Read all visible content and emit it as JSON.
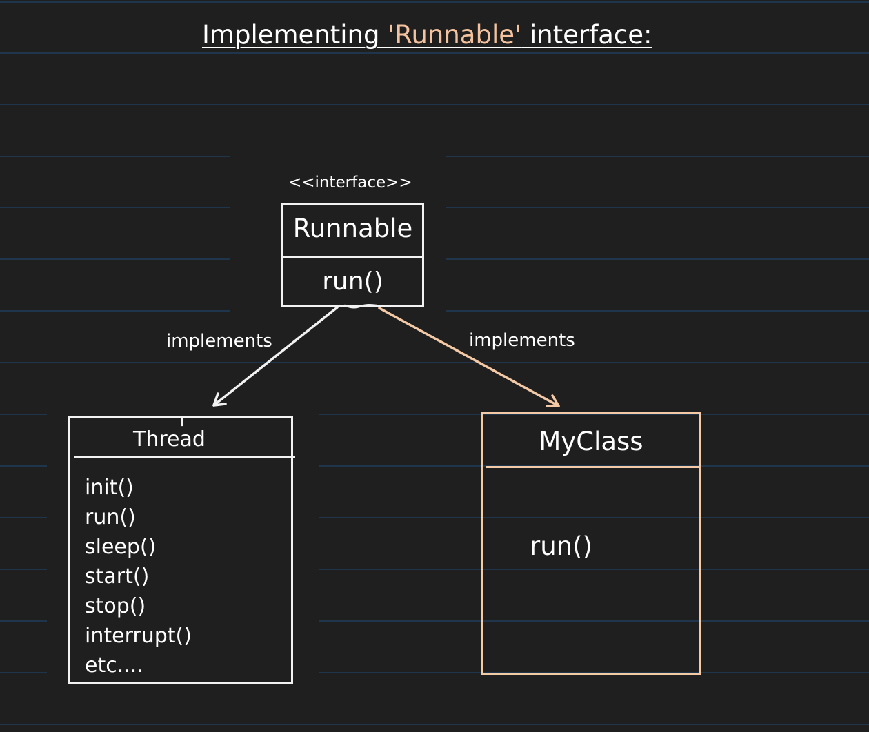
{
  "title": {
    "prefix": "Implementing ",
    "highlight": "'Runnable'",
    "suffix": " interface:"
  },
  "interface_box": {
    "stereotype": "<<interface>>",
    "name": "Runnable",
    "method": "run()"
  },
  "thread_box": {
    "name": "Thread",
    "methods": [
      "init()",
      "run()",
      "sleep()",
      "start()",
      "stop()",
      "interrupt()",
      "etc...."
    ]
  },
  "myclass_box": {
    "name": "MyClass",
    "method": "run()"
  },
  "relations": {
    "left_label": "implements",
    "right_label": "implements"
  },
  "colors": {
    "background": "#201f1f",
    "accent": "#f4c29f",
    "accent_border": "#f4c9a6",
    "line": "#f2f2f2",
    "ruled_lines": "#1f3a55"
  }
}
